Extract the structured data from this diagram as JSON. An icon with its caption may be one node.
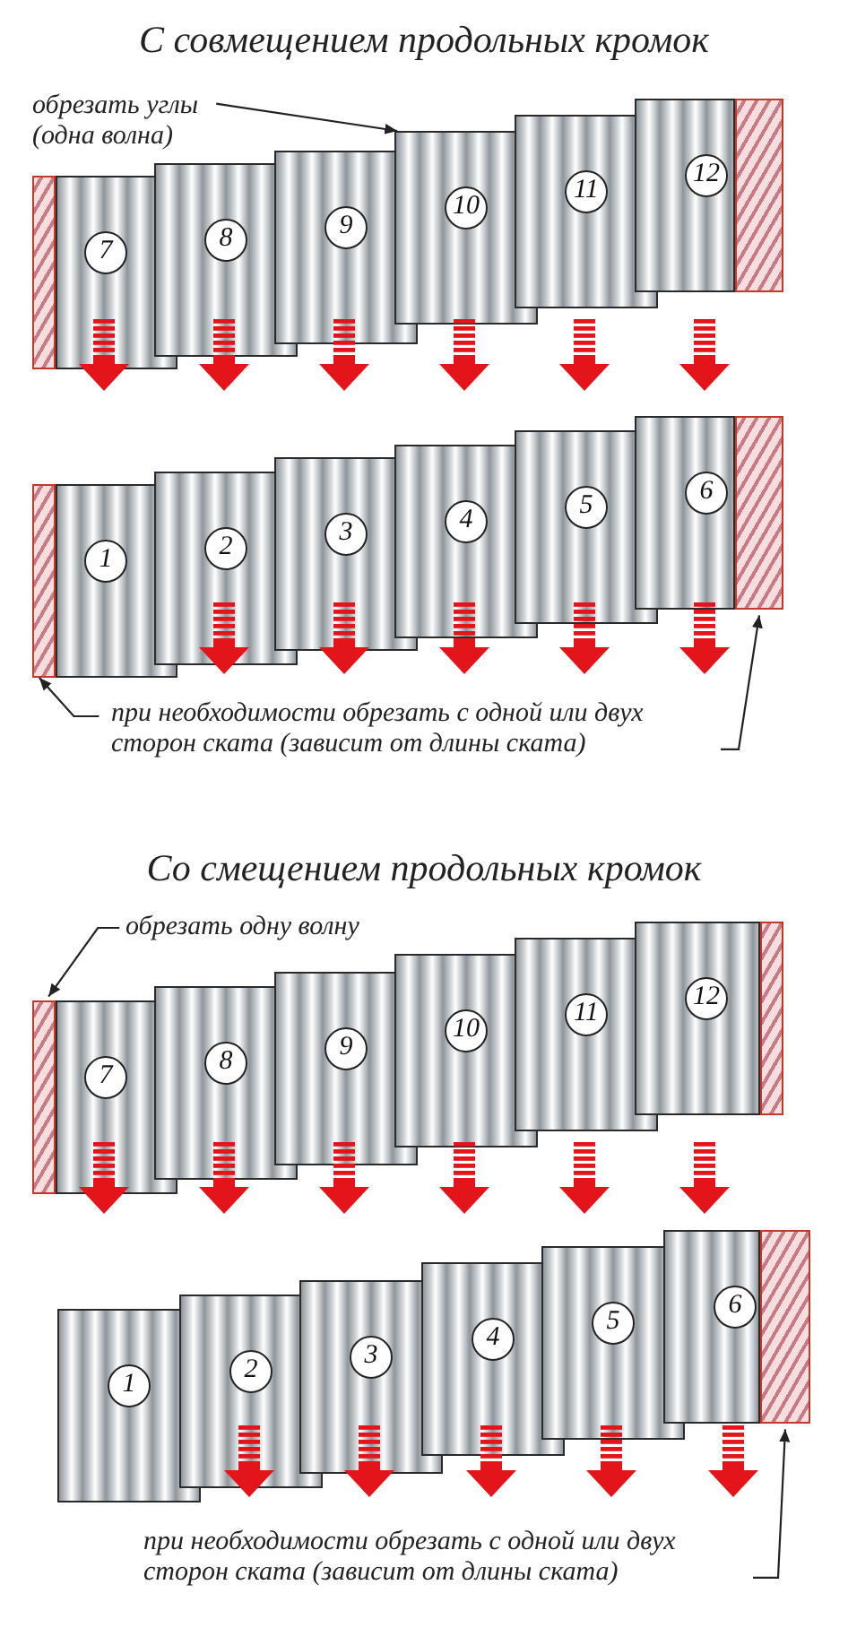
{
  "diagram": {
    "nodes": [
      {
        "text": [
          "обрезать углы (одна волна)"
        ]
      },
      {
        "text": [],
        "shape": "box"
      },
      {
        "text": [
          "7"
        ]
      },
      {
        "text": [
          "8"
        ]
      },
      {
        "text": [
          "9"
        ]
      },
      {
        "text": [
          "10"
        ]
      },
      {
        "text": [
          "11"
        ]
      },
      {
        "text": [
          "12"
        ]
      },
      {
        "text": [],
        "shape": "box"
      },
      {
        "text": [],
        "shape": "box"
      },
      {
        "text": [
          "1"
        ]
      },
      {
        "text": [
          "2"
        ]
      },
      {
        "text": [
          "3"
        ]
      },
      {
        "text": [
          "4"
        ]
      },
      {
        "text": [
          "5"
        ]
      },
      {
        "text": [
          "6"
        ]
      },
      {
        "text": [],
        "shape": "box"
      },
      {
        "text": [
          "при необходимости обрезать с одной или двух сторон ската (зависит от длины ската)"
        ]
      },
      {
        "text": [
          "обрезать одну волну"
        ]
      },
      {
        "text": [],
        "shape": "box"
      },
      {
        "text": [
          "7"
        ]
      },
      {
        "text": [
          "8"
        ]
      },
      {
        "text": [
          "9"
        ]
      },
      {
        "text": [
          "10"
        ]
      },
      {
        "text": [
          "11"
        ]
      },
      {
        "text": [
          "12"
        ]
      },
      {
        "text": [],
        "shape": "box"
      },
      {
        "text": [
          "1"
        ]
      },
      {
        "text": [
          "2"
        ]
      },
      {
        "text": [
          "3"
        ]
      },
      {
        "text": [
          "4"
        ]
      },
      {
        "text": [
          "5"
        ]
      },
      {
        "text": [
          "6"
        ]
      },
      {
        "text": [],
        "shape": "box"
      },
      {
        "text": [
          "при необходимости обрезать с одной или двух сторон ската (зависит от длины ската)"
        ]
      }
    ],
    "edges": [
      {
        "from": 0,
        "to": 5,
        "arrow": "to"
      },
      {
        "from": 17,
        "to": 9,
        "arrow": "to"
      },
      {
        "from": 17,
        "to": 16,
        "arrow": "to"
      },
      {
        "from": 18,
        "to": 19,
        "arrow": "to"
      },
      {
        "from": 34,
        "to": 33,
        "arrow": "to"
      }
    ],
    "labels": [
      "С совмещением продольных кромок",
      "Со смещением продольных кромок"
    ]
  }
}
